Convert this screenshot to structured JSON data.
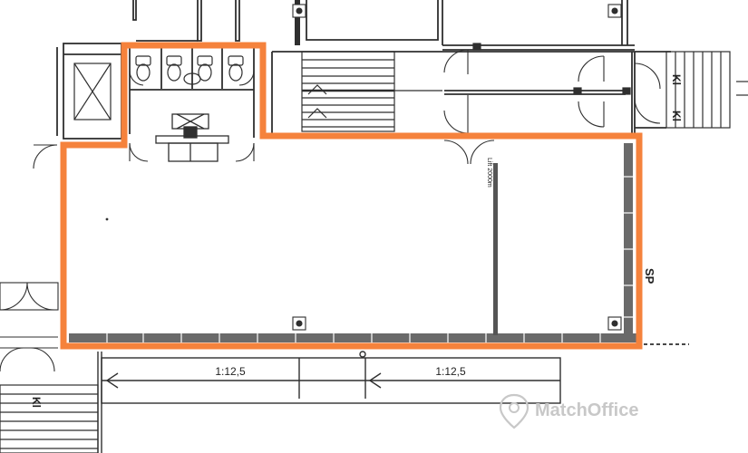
{
  "plan": {
    "ramp_ratio_left": "1:12,5",
    "ramp_ratio_right": "1:12,5",
    "side_label": "SP",
    "kl_label": "Kl",
    "lift_label": "Lift 2000m",
    "watermark": "MatchOffice"
  },
  "colors": {
    "highlight": "#f5823c",
    "wall": "#2f2f2f",
    "window_sill": "#6a6a6a",
    "background": "#ffffff",
    "watermark": "#c8c8c8"
  }
}
